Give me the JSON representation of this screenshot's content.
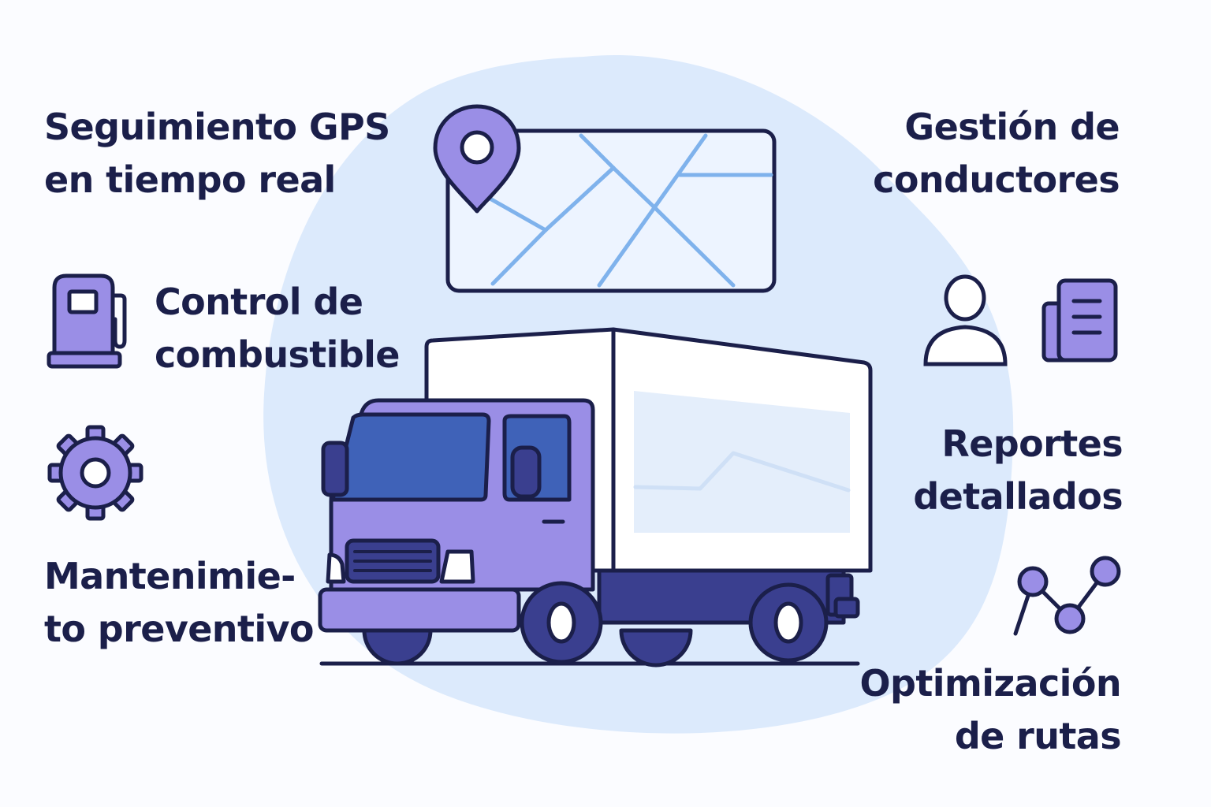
{
  "features": {
    "gps": {
      "line1": "Seguimiento GPS",
      "line2": "en tiempo real"
    },
    "fuel": {
      "line1": "Control de",
      "line2": "combustible"
    },
    "maintenance": {
      "line1": "Mantenimie-",
      "line2": "to preventivo"
    },
    "drivers": {
      "line1": "Gestión de",
      "line2": "conductores"
    },
    "reports": {
      "line1": "Reportes",
      "line2": "detallados"
    },
    "routes": {
      "line1": "Optimización",
      "line2": "de rutas"
    }
  },
  "icons": {
    "map": "map-pin-icon",
    "fuel": "fuel-pump-icon",
    "maintenance": "gear-icon",
    "drivers": "user-icon",
    "reports": "document-icon",
    "routes": "route-graph-icon",
    "center": "delivery-truck-icon"
  },
  "colors": {
    "outline": "#1b1f4a",
    "purple": "#9a8ee6",
    "blue_window": "#3f62b8",
    "navy": "#3a3f8f",
    "blob": "#dceafc",
    "map_fill": "#edf4ff",
    "map_roads": "#7fb2ec",
    "text": "#1b1f4a"
  }
}
